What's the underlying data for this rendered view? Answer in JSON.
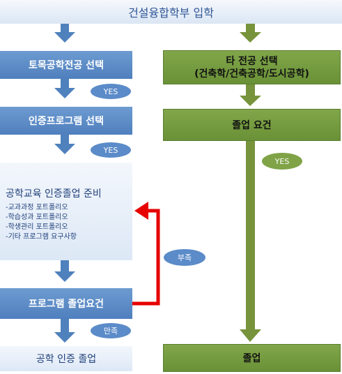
{
  "title": "건설융합학부 입학",
  "left": {
    "civil": "토목공학전공 선택",
    "yes1": "YES",
    "cert": "인증프로그램 선택",
    "yes2": "YES",
    "prep_title": "공학교육 인증졸업 준비",
    "prep_items": [
      "-교과과정 포트폴리오",
      "-학습성과 포트폴리오",
      "-학생관리 포트폴리오",
      "-기타 프로그램 요구사항"
    ],
    "req": "프로그램 졸업요건",
    "satisfy": "만족",
    "grad": "공학 인증 졸업"
  },
  "right": {
    "other_line1": "타 전공 선택",
    "other_line2": "(건축학/건축공학/도시공학)",
    "req": "졸업 요건",
    "yes": "YES",
    "grad": "졸업"
  },
  "shortage": "부족",
  "colors": {
    "blue": "#4f81bd",
    "green": "#77933c",
    "red": "#e60000",
    "pale": "#dbe6f4"
  }
}
